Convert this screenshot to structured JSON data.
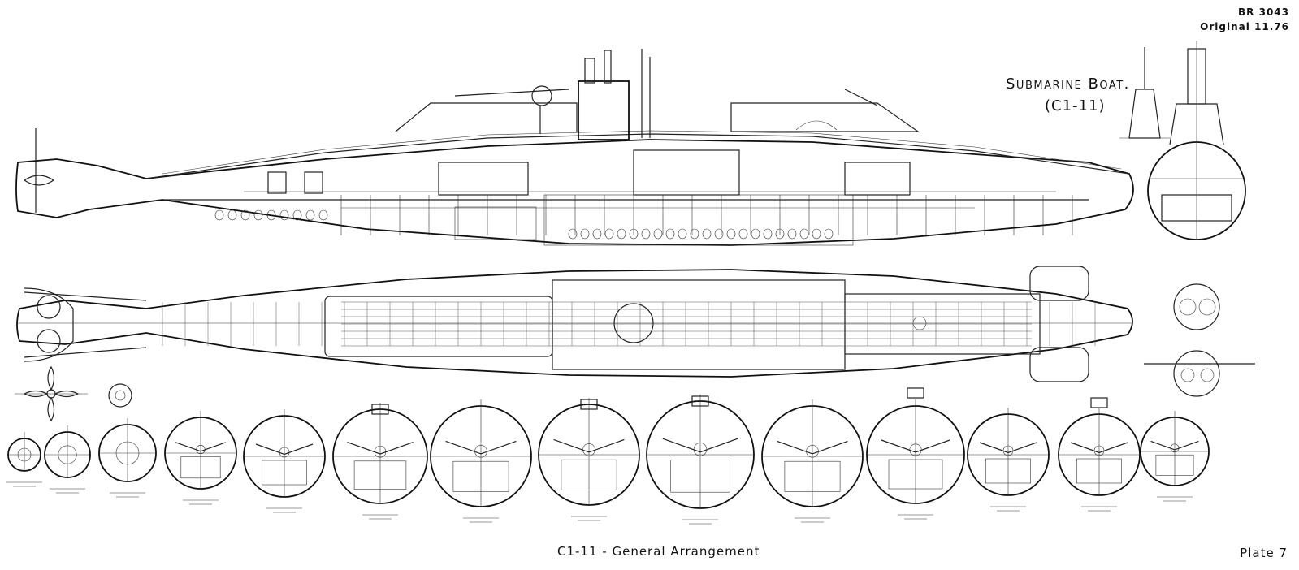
{
  "header": {
    "doc_ref": "BR 3043",
    "edition": "Original 11.76"
  },
  "title": {
    "line1": "Submarine Boat.",
    "line2": "(C1-11)"
  },
  "footer": {
    "caption": "C1-11 - General Arrangement",
    "plate": "Plate 7"
  },
  "views": [
    "side-elevation",
    "plan-view",
    "cross-sections"
  ]
}
